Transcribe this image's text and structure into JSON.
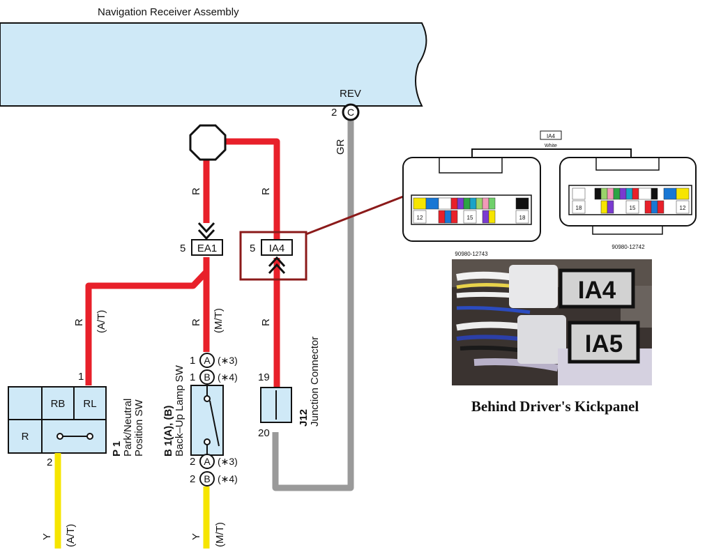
{
  "assembly": {
    "title": "Navigation Receiver Assembly",
    "pin_label": "REV",
    "pin_number": "2",
    "pin_letter": "C"
  },
  "wires": {
    "gr": "GR",
    "r_left_upper": "R",
    "r_right_upper": "R",
    "r_at": "R",
    "at_tag": "(A/T)",
    "r_mt": "R",
    "mt_tag": "(M/T)",
    "r_ia4_lower": "R",
    "y_at": "Y",
    "y_at_tag": "(A/T)",
    "y_mt": "Y",
    "y_mt_tag": "(M/T)"
  },
  "connectors": {
    "ea1": {
      "pin": "5",
      "name": "EA1"
    },
    "ia4": {
      "pin": "5",
      "name": "IA4"
    }
  },
  "p1": {
    "pin_top": "1",
    "pin_bottom": "2",
    "rb": "RB",
    "rl": "RL",
    "r": "R",
    "id": "P 1",
    "name1": "Park/Neutral",
    "name2": "Position SW"
  },
  "b1": {
    "pin1": "1",
    "pin2": "1",
    "pin3": "2",
    "pin4": "2",
    "a": "A",
    "b": "B",
    "note3": "(∗3)",
    "note4": "(∗4)",
    "id": "B 1(A), (B)",
    "name": "Back–Up Lamp SW"
  },
  "j12": {
    "pin_top": "19",
    "pin_bottom": "20",
    "id": "J12",
    "name": "Junction Connector"
  },
  "connector_diagram": {
    "tag": "IA4",
    "color": "White",
    "part_left": "90980-12743",
    "part_right": "90980-12742",
    "left_pins": [
      "12",
      "15",
      "18"
    ],
    "right_pins": [
      "18",
      "15",
      "12"
    ]
  },
  "photo": {
    "label_ia4": "IA4",
    "label_ia5": "IA5"
  },
  "caption": "Behind Driver's Kickpanel",
  "colors": {
    "red_wire": "#e8202a",
    "gray_wire": "#9a9a9a",
    "yellow_wire": "#f6e500",
    "box_fill": "#cfe9f7",
    "callout": "#8b1a1a"
  }
}
